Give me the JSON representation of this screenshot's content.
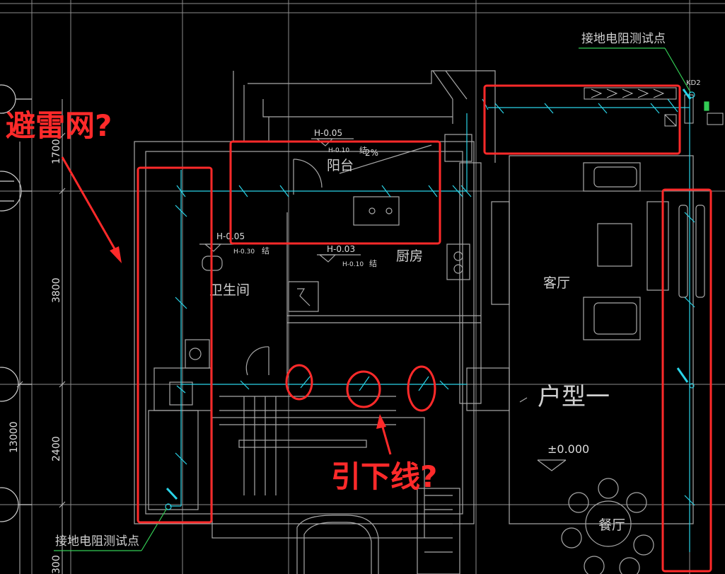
{
  "drawing": {
    "labels": {
      "ground_test_top": "接地电阻测试点",
      "ground_test_bottom": "接地电阻测试点",
      "kd2": "KD2",
      "h_balcony": "H-0.05",
      "h_balcony_sub": "H-0.10",
      "jie_1": "结",
      "slope": "2%",
      "balcony": "阳台",
      "h_toilet": "H-0.05",
      "h_toilet_sub": "H-0.30",
      "jie_2": "结",
      "h_kitchen": "H-0.03",
      "h_kitchen_sub": "H-0.10",
      "jie_3": "结",
      "kitchen": "厨房",
      "toilet": "卫生间",
      "living_room": "客厅",
      "unit_type": "户型一",
      "elevation": "±0.000",
      "dining": "餐厅"
    },
    "dimensions": {
      "d1700": "1700",
      "d3800": "3800",
      "d13000": "13000",
      "d2400": "2400",
      "d300": "300"
    }
  },
  "annotations": {
    "lightning_net": "避雷网?",
    "down_conductor": "引下线?"
  },
  "colors": {
    "background": "#000000",
    "cad_lines": "#9a9a9a",
    "cad_bright": "#d8d8d8",
    "cyan": "#2ad4e8",
    "green": "#33cc55",
    "annotation_red": "#ff2a2a"
  }
}
